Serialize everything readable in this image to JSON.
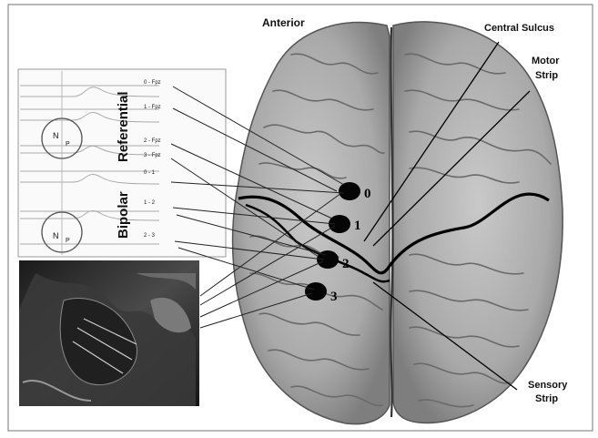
{
  "labels": {
    "anterior": "Anterior",
    "central_sulcus": "Central Sulcus",
    "motor_strip_line1": "Motor",
    "motor_strip_line2": "Strip",
    "sensory_strip_line1": "Sensory",
    "sensory_strip_line2": "Strip",
    "referential": "Referential",
    "bipolar": "Bipolar"
  },
  "electrodes": [
    {
      "label": "0"
    },
    {
      "label": "1"
    },
    {
      "label": "2"
    },
    {
      "label": "3"
    }
  ],
  "channels": {
    "referential": [
      "0 - Fpz",
      "1 - Fpz",
      "2 - Fpz",
      "3 - Fpz"
    ],
    "bipolar": [
      "0 - 1",
      "1 - 2",
      "2 - 3"
    ]
  },
  "circle_labels": {
    "ref_n": "N",
    "ref_p": "P",
    "bip_n": "N",
    "bip_p": "P"
  }
}
